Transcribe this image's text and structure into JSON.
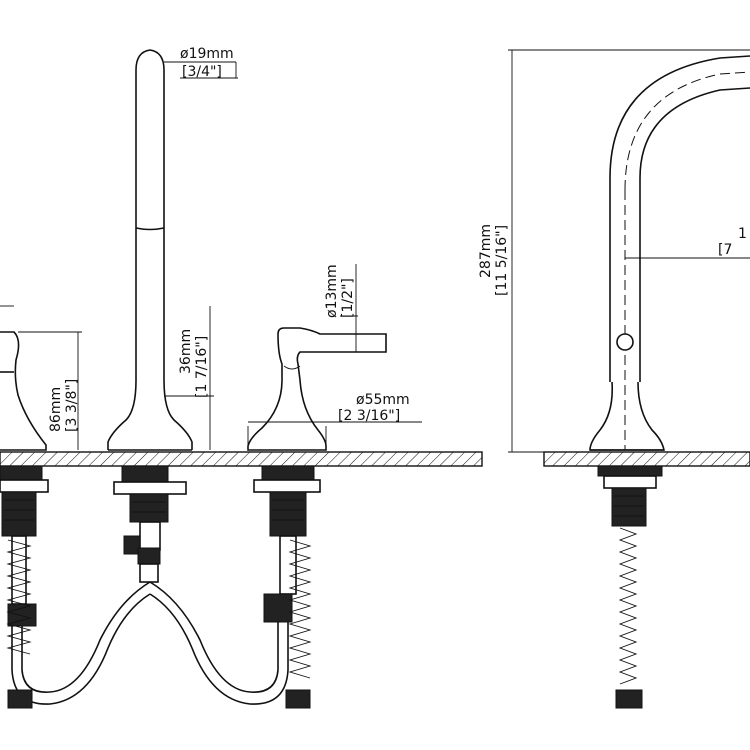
{
  "dimensions": {
    "spout_diameter": {
      "mm": "ø19mm",
      "inch": "[3/4\"]"
    },
    "handle_diameter": {
      "mm": "ø13mm",
      "inch": "[1/2\"]"
    },
    "handle_height": {
      "mm": "86mm",
      "inch": "[3 3/8\"]"
    },
    "spout_base_height": {
      "mm": "36mm",
      "inch": "[1 7/16\"]"
    },
    "base_diameter": {
      "mm": "ø55mm",
      "inch": "[2 3/16\"]"
    },
    "overall_height": {
      "mm": "287mm",
      "inch": "[11 5/16\"]"
    },
    "reach_partial": {
      "mm": "1",
      "inch": "[7"
    }
  },
  "colors": {
    "line": "#111111",
    "background": "#ffffff"
  }
}
